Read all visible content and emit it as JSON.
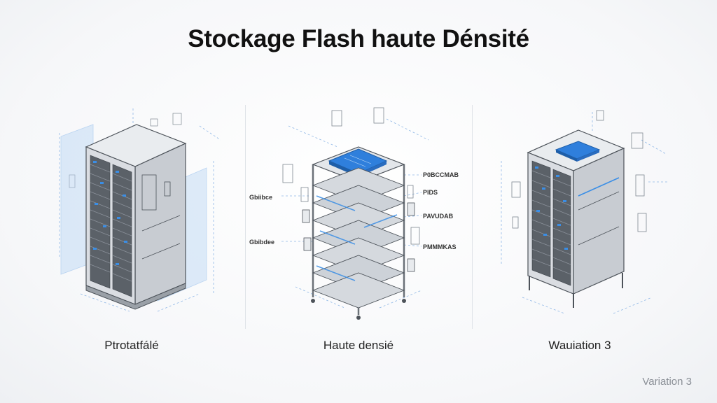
{
  "title": "Stockage Flash haute Dénsité",
  "panels": [
    {
      "caption": "Ptrotatfálé",
      "annotations": []
    },
    {
      "caption": "Haute densié",
      "annotations": [
        "Gbiibce",
        "Gbibdee",
        "P0BCCMAB",
        "PIDS",
        "PAVUDAB",
        "PMMMKAS"
      ]
    },
    {
      "caption": "Wauiation 3",
      "annotations": []
    }
  ],
  "corner_label": "Variation 3",
  "colors": {
    "accent": "#3a8ee6",
    "chip": "#2f7fdc",
    "frame": "#6b7178",
    "body": "#d4d8dd",
    "dark": "#4a5058"
  }
}
